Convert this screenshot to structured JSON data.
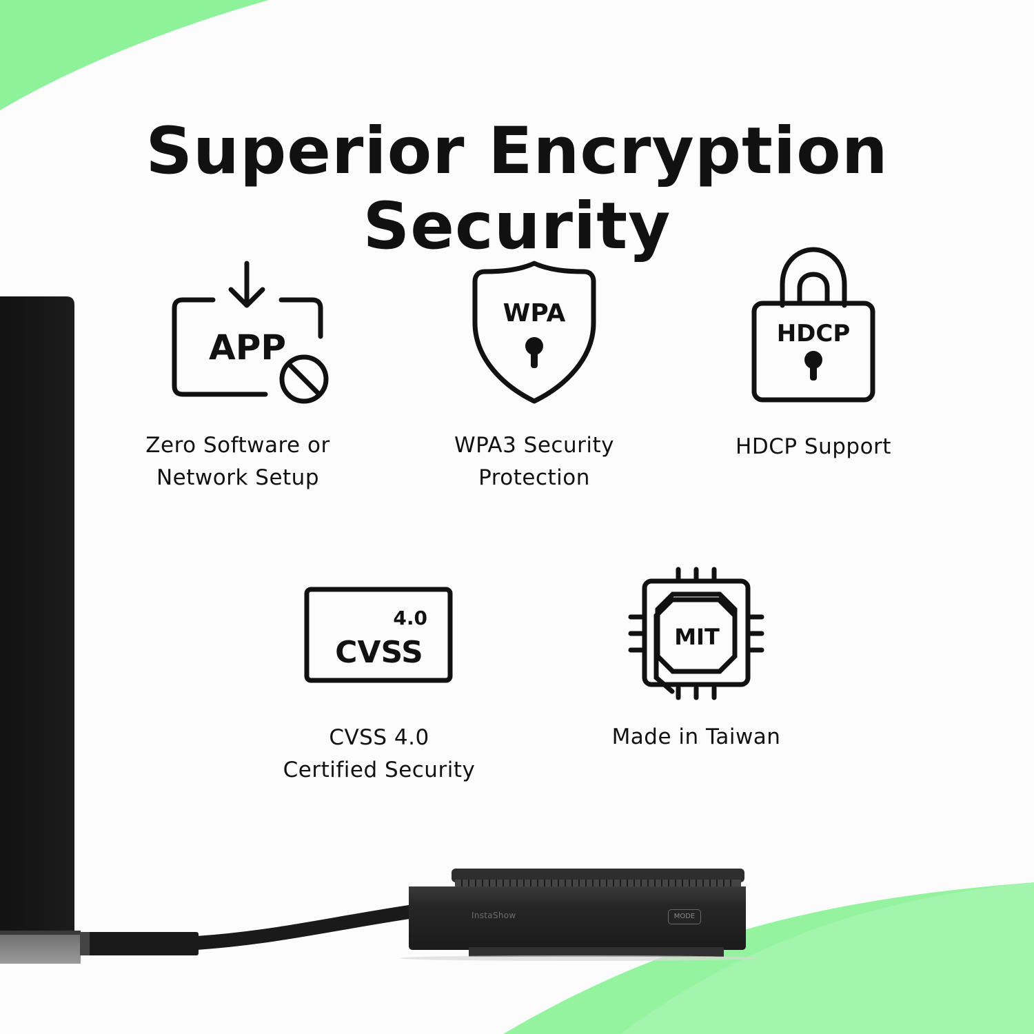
{
  "title": "Superior Encryption Security",
  "colors": {
    "accent_green": "#8ef29a",
    "icon_stroke": "#111111",
    "text": "#111111",
    "background": "#fcfcfc"
  },
  "features": [
    {
      "icon": "app-download-blocked-icon",
      "icon_text": "APP",
      "label_lines": [
        "Zero Software or",
        "Network Setup"
      ]
    },
    {
      "icon": "shield-keyhole-icon",
      "icon_text": "WPA",
      "label_lines": [
        "WPA3 Security",
        "Protection"
      ]
    },
    {
      "icon": "padlock-keyhole-icon",
      "icon_text": "HDCP",
      "label_lines": [
        "HDCP Support"
      ]
    },
    {
      "icon": "certificate-badge-icon",
      "icon_text_top": "4.0",
      "icon_text_main": "CVSS",
      "label_lines": [
        "CVSS 4.0",
        "Certified Security"
      ]
    },
    {
      "icon": "chip-icon",
      "icon_text": "MIT",
      "label_lines": [
        "Made in Taiwan"
      ]
    }
  ],
  "device": {
    "brand": "InstaShow",
    "button_label": "MODE"
  }
}
